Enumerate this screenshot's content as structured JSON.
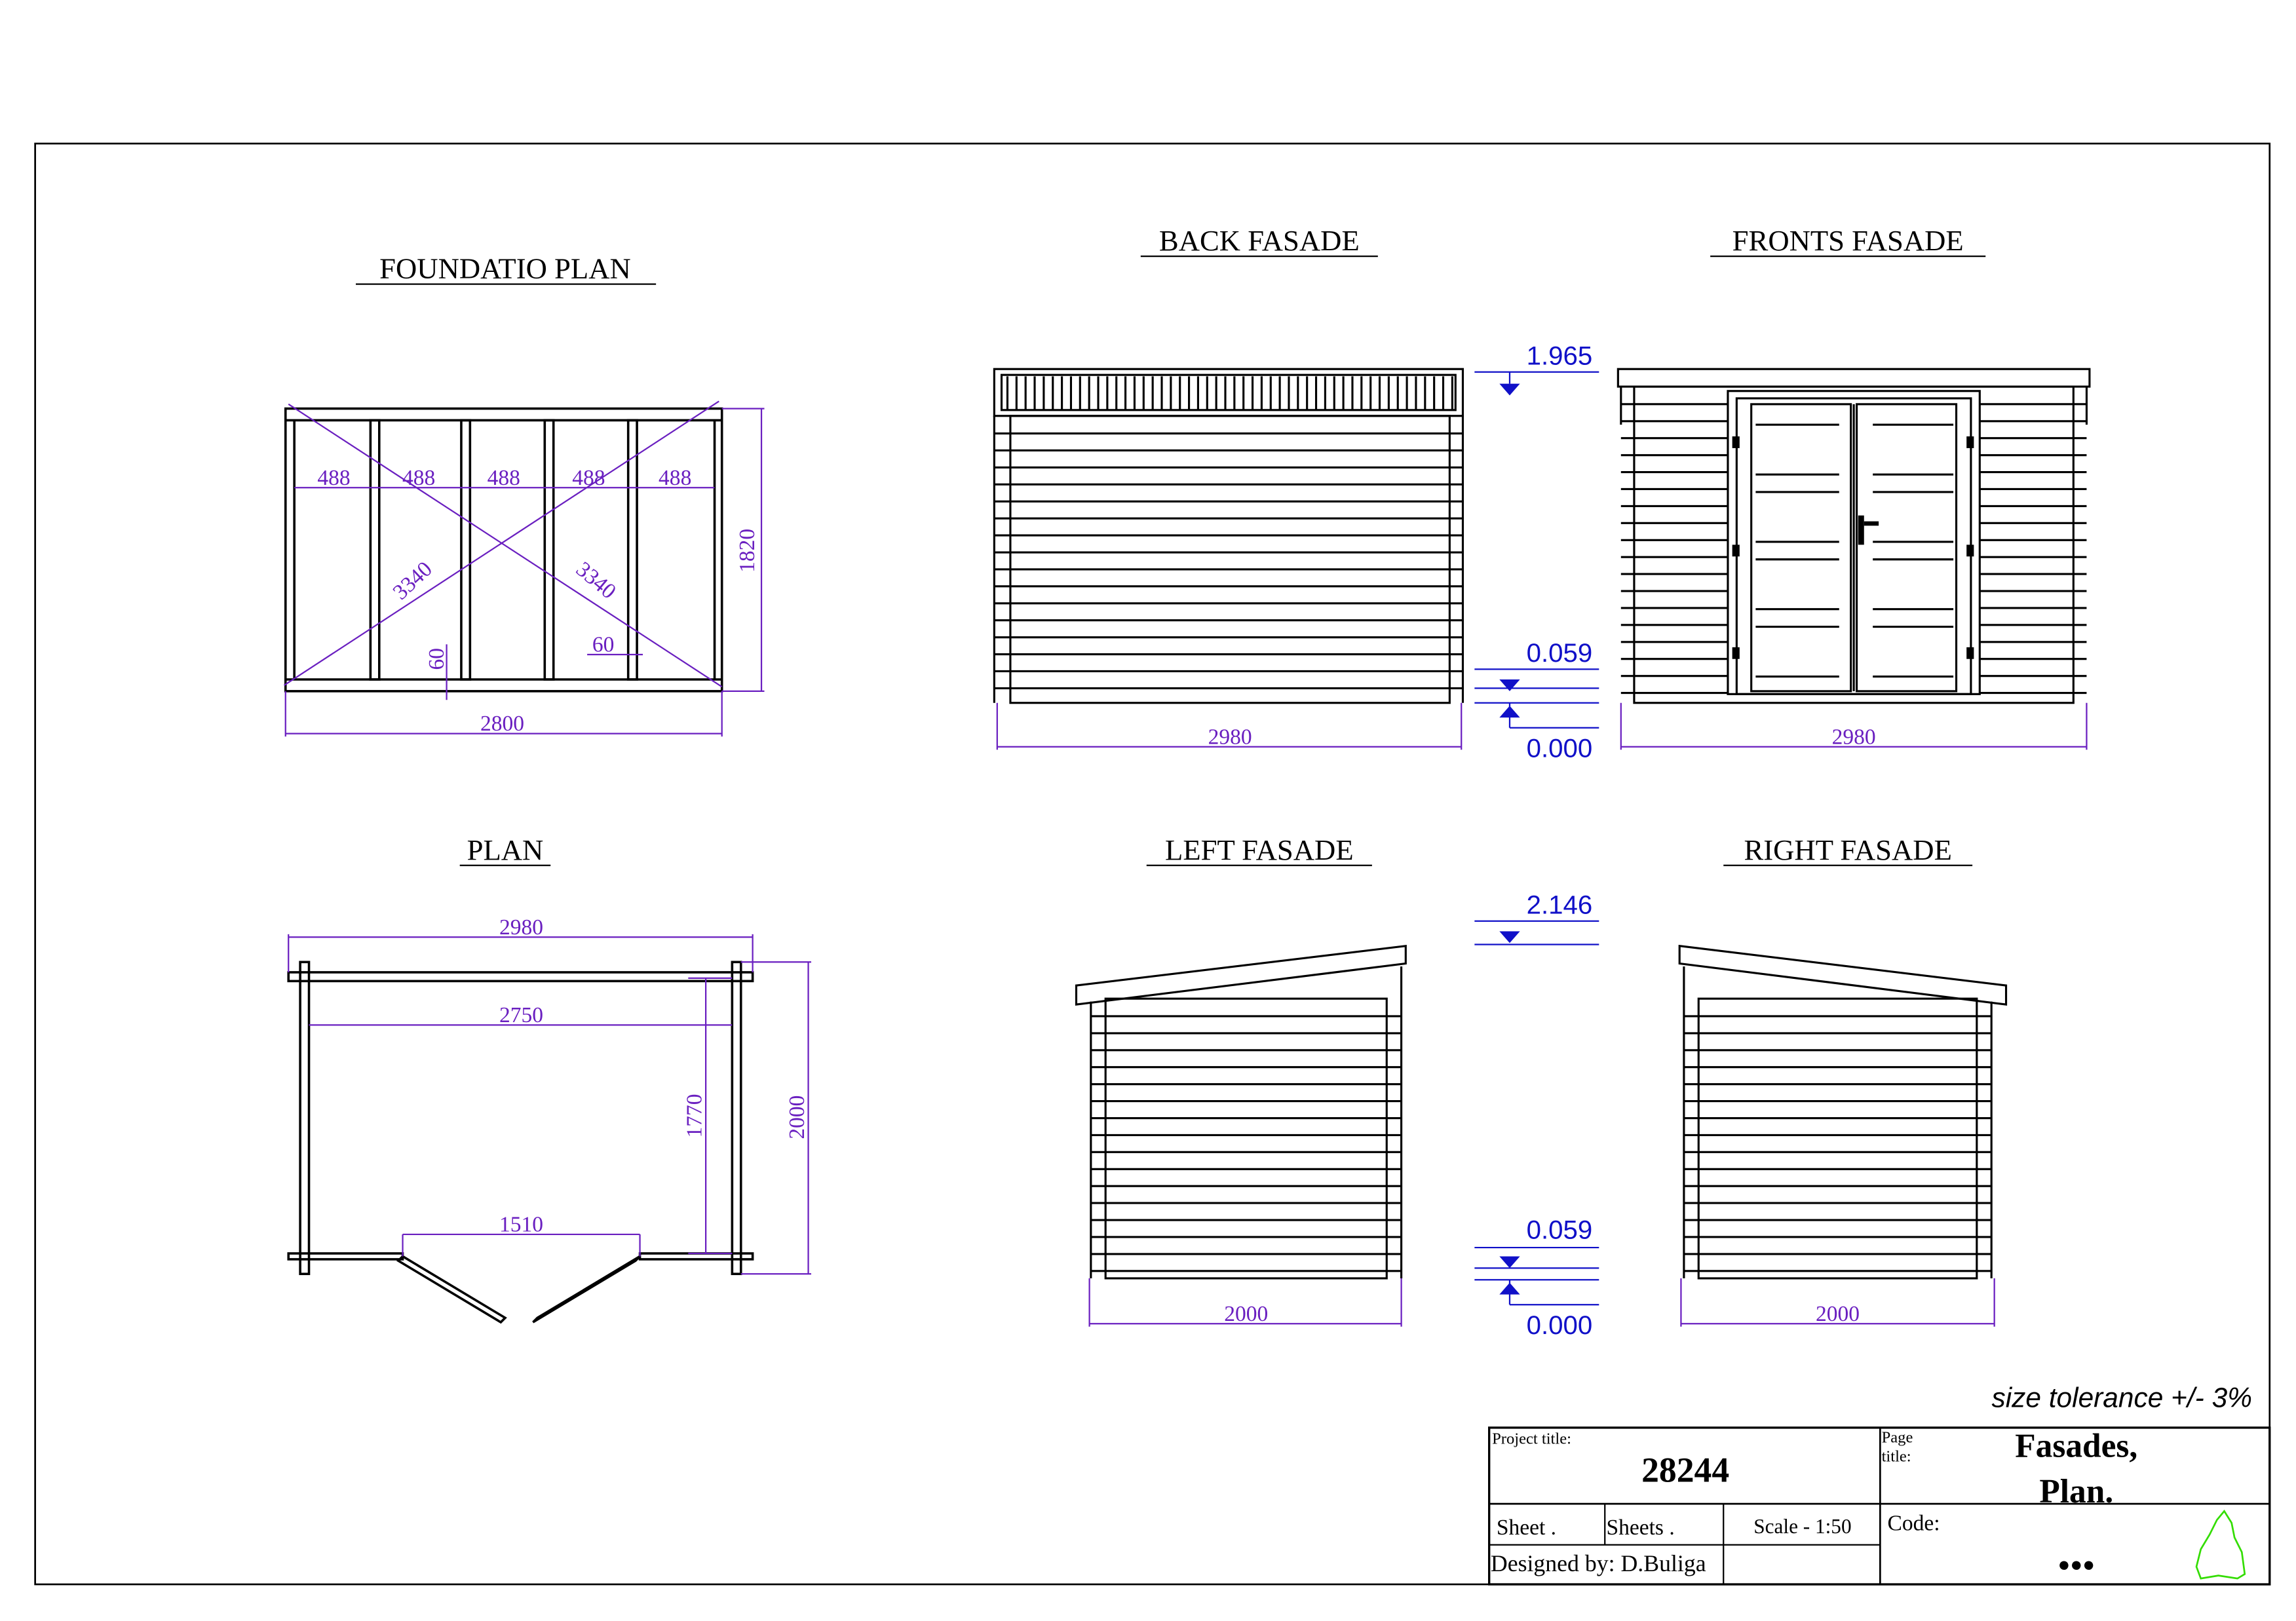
{
  "titles": {
    "foundation": "FOUNDATIO PLAN",
    "back": "BACK FASADE",
    "front": "FRONTS FASADE",
    "plan": "PLAN",
    "left": "LEFT FASADE",
    "right": "RIGHT FASADE"
  },
  "foundation": {
    "spacings": [
      "488",
      "488",
      "488",
      "488",
      "488"
    ],
    "diagonal_a": "3340",
    "diagonal_b": "3340",
    "height": "1820",
    "width": "2800",
    "beam_a": "60",
    "beam_b": "60"
  },
  "back": {
    "width": "2980"
  },
  "front": {
    "width": "2980"
  },
  "levels_top": {
    "ridge": "1.965",
    "floor": "0.059",
    "ground": "0.000"
  },
  "levels_bottom": {
    "ridge": "2.146",
    "floor": "0.059",
    "ground": "0.000"
  },
  "plan": {
    "outer_width": "2980",
    "inner_width": "2750",
    "inner_depth": "1770",
    "outer_depth": "2000",
    "door_width": "1510"
  },
  "left": {
    "width": "2000"
  },
  "right": {
    "width": "2000"
  },
  "tolerance": "size tolerance +/- 3%",
  "title_block": {
    "project_label": "Project title:",
    "project_value": "28244",
    "page_label_1": "Page",
    "page_label_2": "title:",
    "page_value_1": "Fasades,",
    "page_value_2": "Plan.",
    "sheet": "Sheet .",
    "sheets": "Sheets .",
    "scale": "Scale - 1:50",
    "designed": "Designed by: D.Buliga",
    "code_label": "Code:",
    "code_value": "●●●"
  },
  "colors": {
    "dimension": "#6a1fc0",
    "level": "#1010c8",
    "logo": "#33dd00"
  }
}
